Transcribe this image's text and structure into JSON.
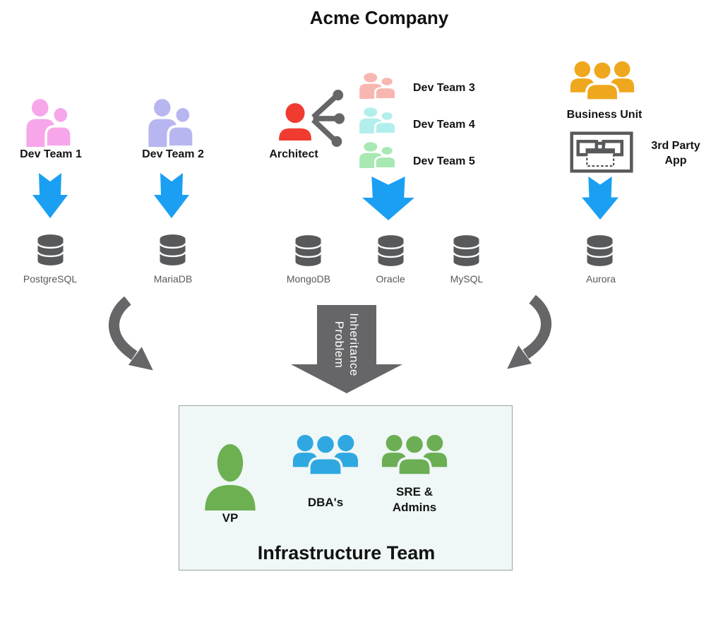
{
  "title": "Acme Company",
  "colors": {
    "devteam1": "#F7A6EA",
    "devteam2": "#B8B6F0",
    "architect_red": "#F03B30",
    "devteam3": "#F8B6B1",
    "devteam4": "#B2EFEC",
    "devteam5": "#A8E8B3",
    "business_amber": "#EFA71E",
    "arrow_blue": "#1B9FF2",
    "db_gray": "#58595B",
    "flow_gray": "#666567",
    "vp_green": "#6CB052",
    "dba_blue": "#2FA8E1",
    "sre_green": "#6CAE53",
    "infra_box_bg": "#EFF7F7"
  },
  "teams": {
    "devteam1": "Dev Team 1",
    "devteam2": "Dev Team 2",
    "architect": "Architect",
    "devteam3": "Dev Team 3",
    "devteam4": "Dev Team 4",
    "devteam5": "Dev Team 5",
    "business_unit": "Business Unit",
    "third_party_app": "3rd Party\nApp"
  },
  "databases": {
    "postgresql": "PostgreSQL",
    "mariadb": "MariaDB",
    "mongodb": "MongoDB",
    "oracle": "Oracle",
    "mysql": "MySQL",
    "aurora": "Aurora"
  },
  "flow": {
    "inheritance_label": "Inheritance\nProblem"
  },
  "infrastructure": {
    "title": "Infrastructure Team",
    "vp": "VP",
    "dba": "DBA's",
    "sre": "SRE &\nAdmins"
  },
  "icons": {
    "team": "two-person-silhouette",
    "group": "three-person-silhouette",
    "person": "single-person-silhouette",
    "network": "share-network-fanout",
    "app_window": "third-party-app-window",
    "database": "database-cylinder",
    "down_arrow": "chevron-down-arrow",
    "curved_arrow": "curved-down-arrow"
  }
}
